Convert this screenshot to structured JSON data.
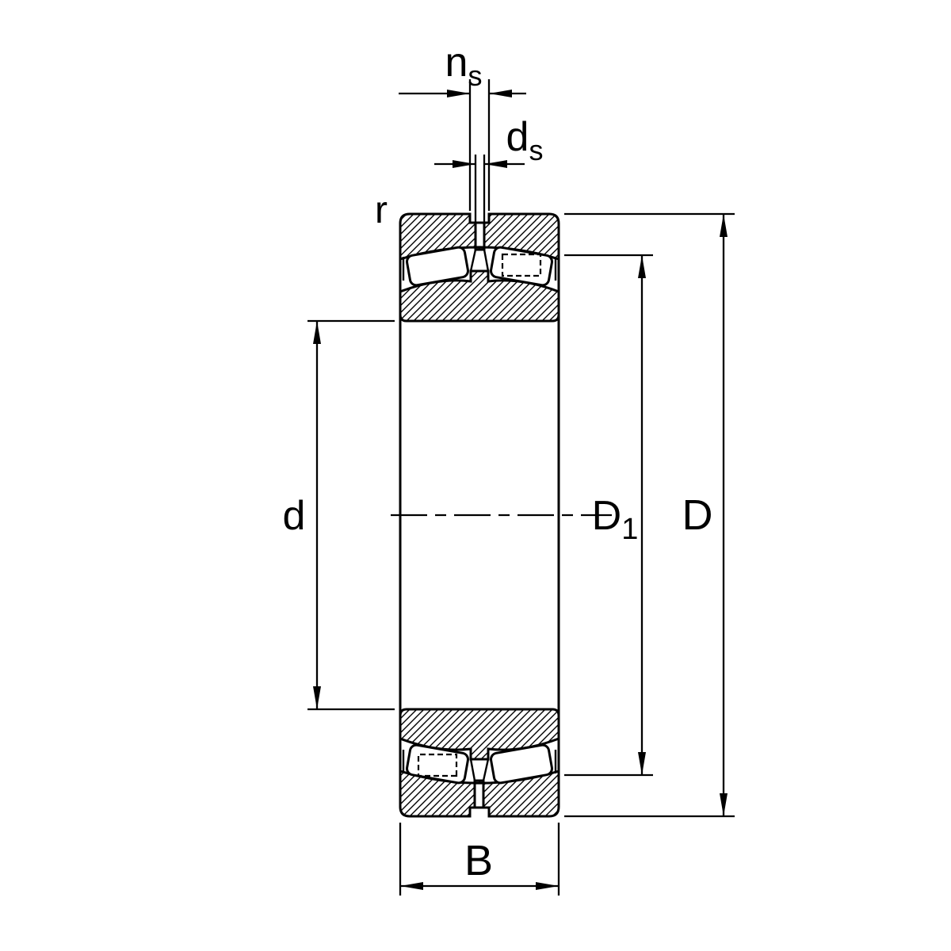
{
  "drawing": {
    "type": "bearing-cross-section-dimension-drawing",
    "labels": {
      "groove_width": {
        "base": "n",
        "sub": "s"
      },
      "hole_diameter": {
        "base": "d",
        "sub": "s"
      },
      "corner_radius": "r",
      "bore_diameter": "d",
      "shoulder_diameter": {
        "base": "D",
        "sub": "1"
      },
      "outer_diameter": "D",
      "width": "B"
    },
    "colors": {
      "line": "#000000",
      "background": "#ffffff"
    }
  }
}
